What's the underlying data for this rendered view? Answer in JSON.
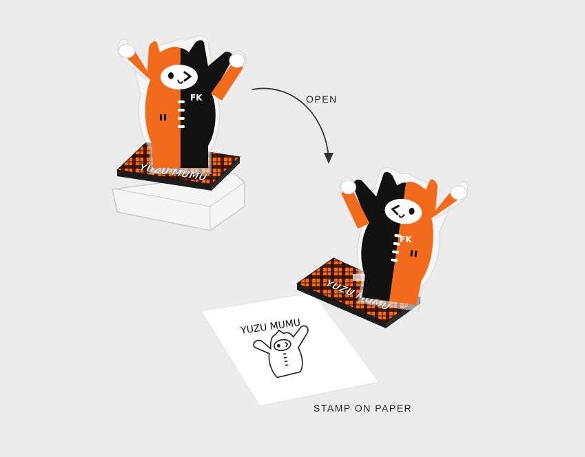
{
  "labels": {
    "open": "OPEN",
    "stamp_on_paper": "STAMP ON PAPER"
  },
  "stamp": {
    "base_text": "YUZU MUMU",
    "badge_text": "FK"
  },
  "paper": {
    "title": "YUZU MUMU"
  },
  "colors": {
    "background": "#ececec",
    "orange": "#f26b1d",
    "black": "#111111",
    "white": "#ffffff",
    "plaid_dark": "#3a1208"
  }
}
